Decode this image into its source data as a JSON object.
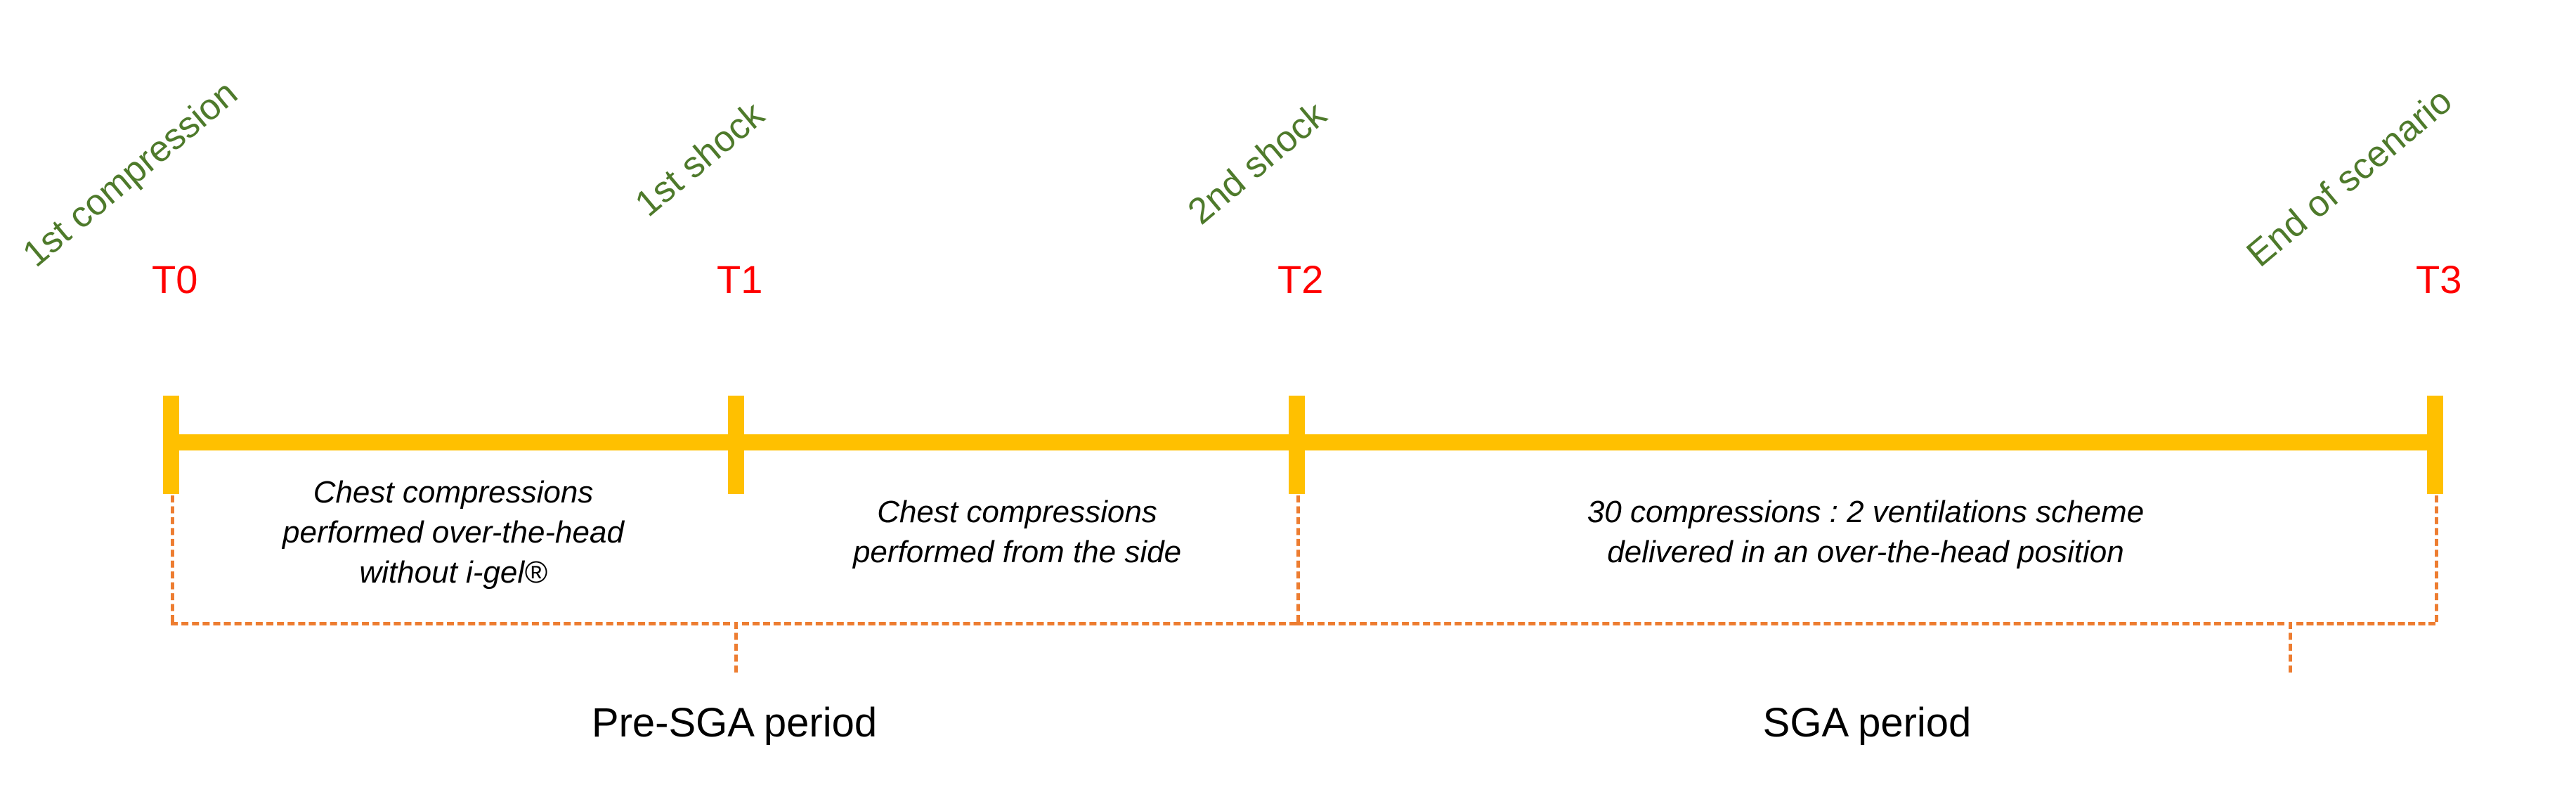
{
  "figure": {
    "type": "timeline",
    "kind": "cardiac-arrest simulation scenario timeline",
    "colors": {
      "timeline_bar": "#FFC000",
      "event_label": "#4E7A2B",
      "time_marker": "#FF0000",
      "bracket": "#ED7D31",
      "description_text": "#000000"
    }
  },
  "events": [
    {
      "id": "t0",
      "label": "1st compression",
      "marker": "T0"
    },
    {
      "id": "t1",
      "label": "1st shock",
      "marker": "T1"
    },
    {
      "id": "t2",
      "label": "2nd shock",
      "marker": "T2"
    },
    {
      "id": "t3",
      "label": "End of scenario",
      "marker": "T3"
    }
  ],
  "segments": [
    {
      "id": "seg-t0-t1",
      "from": "T0",
      "to": "T1",
      "description": "Chest compressions\nperformed over-the-head\nwithout i-gel®"
    },
    {
      "id": "seg-t1-t2",
      "from": "T1",
      "to": "T2",
      "description": "Chest compressions\nperformed from the side"
    },
    {
      "id": "seg-t2-t3",
      "from": "T2",
      "to": "T3",
      "description": "30 compressions : 2 ventilations scheme\ndelivered in an over-the-head position"
    }
  ],
  "periods": [
    {
      "id": "pre-sga",
      "label": "Pre-SGA period",
      "from": "T0",
      "to": "T2"
    },
    {
      "id": "sga",
      "label": "SGA period",
      "from": "T2",
      "to": "T3"
    }
  ]
}
